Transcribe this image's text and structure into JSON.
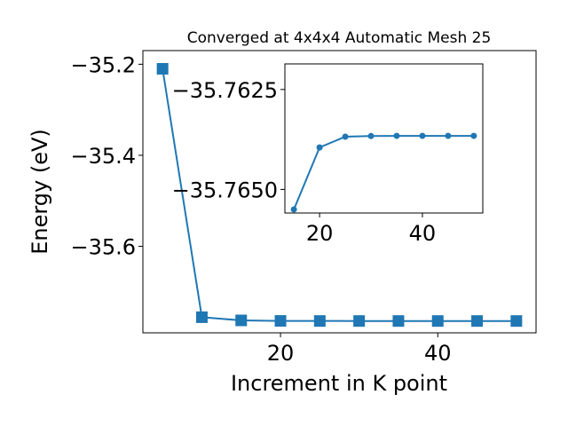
{
  "chart_data": [
    {
      "type": "line",
      "title": "Converged at 4x4x4 Automatic Mesh 25",
      "xlabel": "Increment in K point",
      "ylabel": "Energy (eV)",
      "xlim": [
        2.5,
        52.5
      ],
      "ylim": [
        -35.79,
        -35.17
      ],
      "x_ticks": [
        20,
        40
      ],
      "y_ticks": [
        -35.2,
        -35.4,
        -35.6
      ],
      "x_tick_labels": [
        "20",
        "40"
      ],
      "y_tick_labels": [
        "−35.2",
        "−35.4",
        "−35.6"
      ],
      "grid": false,
      "marker": "square",
      "color": "#1f77b4",
      "series": [
        {
          "x": [
            5,
            10,
            15,
            20,
            25,
            30,
            35,
            40,
            45,
            50
          ],
          "y": [
            -35.21,
            -35.7557,
            -35.7627,
            -35.76385,
            -35.76402,
            -35.76404,
            -35.76405,
            -35.76405,
            -35.76405,
            -35.76405
          ]
        }
      ]
    },
    {
      "type": "line",
      "inset": true,
      "xlim": [
        13.25,
        51.75
      ],
      "ylim": [
        -35.76559,
        -35.76186
      ],
      "x_ticks": [
        20,
        40
      ],
      "y_ticks": [
        -35.765,
        -35.7625
      ],
      "x_tick_labels": [
        "20",
        "40"
      ],
      "y_tick_labels": [
        "−35.7650",
        "−35.7625"
      ],
      "grid": false,
      "marker": "circle",
      "color": "#1f77b4",
      "series": [
        {
          "x": [
            15,
            20,
            25,
            30,
            35,
            40,
            45,
            50
          ],
          "y": [
            -35.7655,
            -35.76395,
            -35.76368,
            -35.763665,
            -35.76366,
            -35.76366,
            -35.76366,
            -35.76366
          ]
        }
      ]
    }
  ]
}
